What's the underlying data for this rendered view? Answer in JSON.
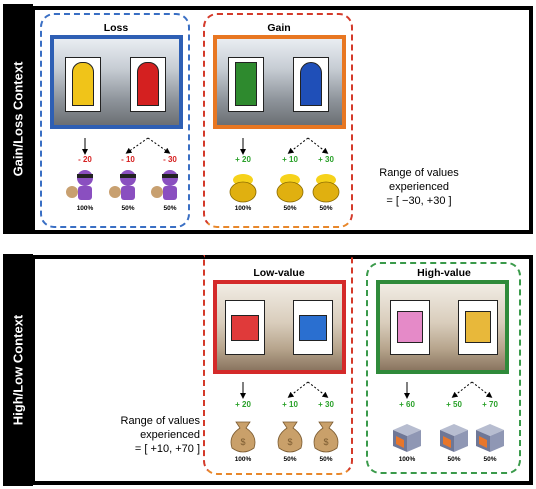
{
  "contexts": {
    "gain_loss": {
      "label": "Gain/Loss Context"
    },
    "high_low": {
      "label": "High/Low Context"
    }
  },
  "conditions": {
    "loss": {
      "title": "Loss",
      "outcomes": [
        "- 20",
        "- 10",
        "- 30"
      ],
      "probs": [
        "100%",
        "50%",
        "50%"
      ],
      "color": "#d62020"
    },
    "gain": {
      "title": "Gain",
      "outcomes": [
        "+ 20",
        "+ 10",
        "+ 30"
      ],
      "probs": [
        "100%",
        "50%",
        "50%"
      ],
      "color": "#2aa12a"
    },
    "low_value": {
      "title": "Low-value",
      "outcomes": [
        "+ 20",
        "+ 10",
        "+ 30"
      ],
      "probs": [
        "100%",
        "50%",
        "50%"
      ],
      "color": "#2aa12a"
    },
    "high_value": {
      "title": "High-value",
      "outcomes": [
        "+ 60",
        "+ 50",
        "+ 70"
      ],
      "probs": [
        "100%",
        "50%",
        "50%"
      ],
      "color": "#2aa12a"
    }
  },
  "range_gain_loss": {
    "line1": "Range of values",
    "line2": "experienced",
    "line3": "= [ −30, +30 ]"
  },
  "range_high_low": {
    "line1": "Range of values",
    "line2": "experienced",
    "line3": "= [ +10, +70 ]"
  },
  "colors": {
    "loss_frame": "#2e5fb4",
    "gain_frame": "#e87722",
    "low_frame": "#d42a2a",
    "high_frame": "#2f8a3a",
    "gain_loss_dash": "#3a6fc4",
    "gain_dash": "#d43a2a",
    "low_dash_orange": "#e8872a",
    "high_dash": "#3a9a4a"
  }
}
